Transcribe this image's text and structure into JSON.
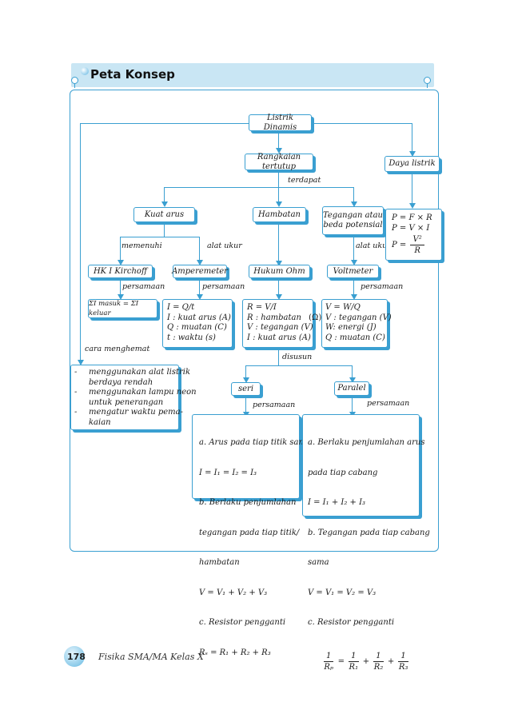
{
  "page": {
    "title": "Peta Konsep",
    "page_number": "178",
    "book_title": "Fisika SMA/MA Kelas X"
  },
  "nodes": {
    "listrik_dinamis": "Listrik Dinamis",
    "rangkaian_tertutup": "Rangkaian tertutup",
    "daya_listrik": "Daya listrik",
    "kuat_arus": "Kuat arus",
    "hambatan": "Hambatan",
    "tegangan_line1": "Tegangan atau",
    "tegangan_line2": "beda potensial",
    "hk_kirchoff": "HK I Kirchoff",
    "amperemeter": "Amperemeter",
    "hukum_ohm": "Hukum Ohm",
    "voltmeter": "Voltmeter",
    "seri": "seri",
    "paralel": "Paralel"
  },
  "labels": {
    "terdapat": "terdapat",
    "memenuhi": "memenuhi",
    "alat_ukur_1": "alat ukur",
    "alat_ukur_2": "alat ukur",
    "persamaan_1": "persamaan",
    "persamaan_2": "persamaan",
    "persamaan_3": "persamaan",
    "persamaan_4": "persamaan",
    "persamaan_5": "persamaan",
    "cara_menghemat": "cara menghemat",
    "disusun": "disusun"
  },
  "formulas": {
    "daya": [
      "P  =  F × R",
      "P  =  V × I"
    ],
    "daya_frac_left": "P  =",
    "daya_frac_num": "V²",
    "daya_frac_den": "R",
    "kirchoff": "ΣI masuk = ΣI keluar",
    "ampere": [
      "I  = Q/t",
      "I  : kuat arus (A)",
      "Q : muatan (C)",
      "t   : waktu (s)"
    ],
    "ohm_rows": [
      "R = V/I",
      "R  : hambatan",
      "V : tegangan (V)",
      "I   : kuat arus (A)"
    ],
    "ohm_unit": "(Ω)",
    "volt": [
      "V = W/Q",
      "V : tegangan (V)",
      "W: energi (J)",
      "Q : muatan (C)"
    ]
  },
  "hemat_items": [
    "menggunakan alat listrik berdaya rendah",
    "menggunakan lampu neon untuk penerangan",
    "mengatur waktu pemakaian"
  ],
  "hemat_lines": [
    [
      "-",
      "menggunakan alat listrik"
    ],
    [
      "",
      "berdaya rendah"
    ],
    [
      "-",
      "menggunakan lampu neon"
    ],
    [
      "",
      "untuk penerangan"
    ],
    [
      "-",
      "mengatur waktu pema-"
    ],
    [
      "",
      "kaian"
    ]
  ],
  "seri_lines": [
    "a.  Arus pada tiap titik sama",
    "      I = I₁ = I₂ = I₃",
    "b.  Berlaku penjumlahan",
    "      tegangan pada tiap titik/",
    "      hambatan",
    "      V = V₁ + V₂ + V₃",
    "c.  Resistor pengganti",
    "      Rₛ = R₁ + R₂ + R₃"
  ],
  "paralel_lines": [
    "a.  Berlaku penjumlahan arus",
    "      pada tiap cabang",
    "      I = I₁ + I₂ + I₃",
    "b.  Tegangan pada tiap cabang",
    "      sama",
    "      V = V₁ = V₂ = V₃",
    "c.  Resistor pengganti"
  ],
  "paralel_frac": {
    "num": "1",
    "dens": [
      "Rₚ",
      "R₁",
      "R₂",
      "R₃"
    ],
    "ops": [
      "=",
      "+",
      "+"
    ]
  }
}
